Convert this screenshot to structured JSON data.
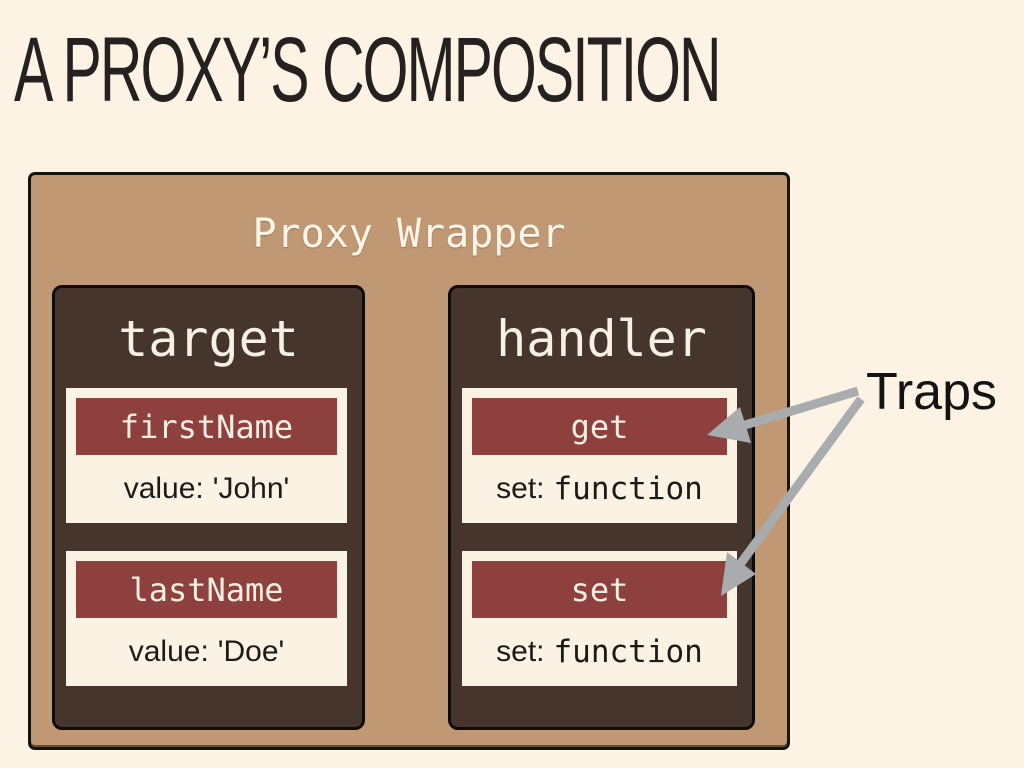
{
  "title": "A PROXY’S COMPOSITION",
  "wrapper": {
    "label": "Proxy Wrapper",
    "boxes": [
      {
        "name": "target",
        "cards": [
          {
            "header": "firstName",
            "body_label": "value:",
            "body_value": "'John'"
          },
          {
            "header": "lastName",
            "body_label": "value:",
            "body_value": "'Doe'"
          }
        ]
      },
      {
        "name": "handler",
        "cards": [
          {
            "header": "get",
            "body_label": "set:",
            "body_value": "function"
          },
          {
            "header": "set",
            "body_label": "set:",
            "body_value": "function"
          }
        ]
      }
    ]
  },
  "annotation": {
    "label": "Traps"
  },
  "colors": {
    "background": "#fcf3e4",
    "wrapper_tan": "#c09873",
    "box_brown": "#46352d",
    "card_cream": "#faf2e2",
    "header_red": "#8e403e",
    "arrow_gray": "#a9acae",
    "ink_black": "#17130d"
  }
}
